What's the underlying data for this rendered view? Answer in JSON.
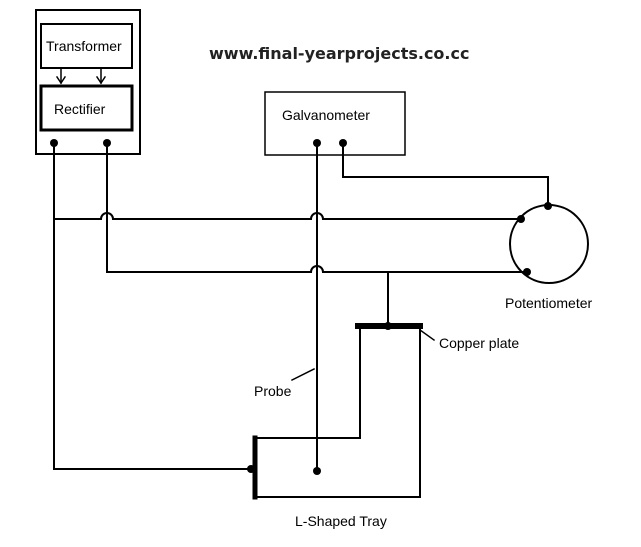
{
  "watermark": "www.final-yearprojects.co.cc",
  "components": {
    "transformer": "Transformer",
    "rectifier": "Rectifier",
    "galvanometer": "Galvanometer",
    "potentiometer": "Potentiometer",
    "copper_plate": "Copper plate",
    "probe": "Probe",
    "tray": "L-Shaped Tray"
  },
  "colors": {
    "line": "#000000",
    "background": "#ffffff"
  }
}
